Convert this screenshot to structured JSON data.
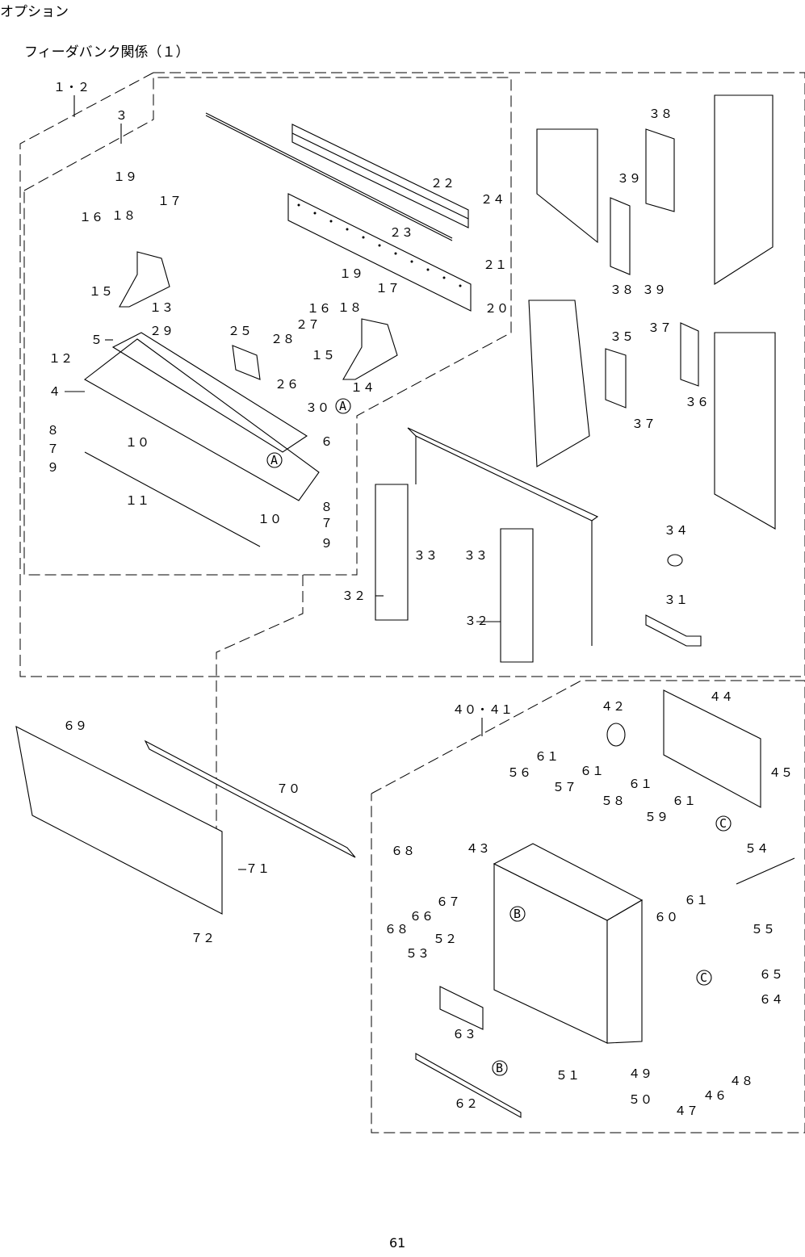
{
  "header": {
    "section_title": "オプション",
    "page_title": "フィーダバンク関係（１）"
  },
  "footer": {
    "page_number": "61"
  },
  "callouts": {
    "c1_2": "１・２",
    "c3": "３",
    "c4": "４",
    "c5": "５",
    "c6": "６",
    "c7": "７",
    "c8": "８",
    "c9": "９",
    "c10": "１０",
    "c11": "１１",
    "c12": "１２",
    "c13": "１３",
    "c14": "１４",
    "c15": "１５",
    "c16": "１６",
    "c17": "１７",
    "c18": "１８",
    "c19": "１９",
    "c20": "２０",
    "c21": "２１",
    "c22": "２２",
    "c23": "２３",
    "c24": "２４",
    "c25": "２５",
    "c26": "２６",
    "c27": "２７",
    "c28": "２８",
    "c29": "２９",
    "c30": "３０",
    "c31": "３１",
    "c32": "３２",
    "c33": "３３",
    "c34": "３４",
    "c35": "３５",
    "c36": "３６",
    "c37": "３７",
    "c38": "３８",
    "c39": "３９",
    "c40_41": "４０・４１",
    "c42": "４２",
    "c43": "４３",
    "c44": "４４",
    "c45": "４５",
    "c46": "４６",
    "c47": "４７",
    "c48": "４８",
    "c49": "４９",
    "c50": "５０",
    "c51": "５１",
    "c52": "５２",
    "c53": "５３",
    "c54": "５４",
    "c55": "５５",
    "c56": "５６",
    "c57": "５７",
    "c58": "５８",
    "c59": "５９",
    "c60": "６０",
    "c61": "６１",
    "c62": "６２",
    "c63": "６３",
    "c64": "６４",
    "c65": "６５",
    "c66": "６６",
    "c67": "６７",
    "c68": "６８",
    "c69": "６９",
    "c70": "７０",
    "c71": "７１",
    "c72": "７２",
    "refA": "A",
    "refB": "B",
    "refC": "C"
  }
}
